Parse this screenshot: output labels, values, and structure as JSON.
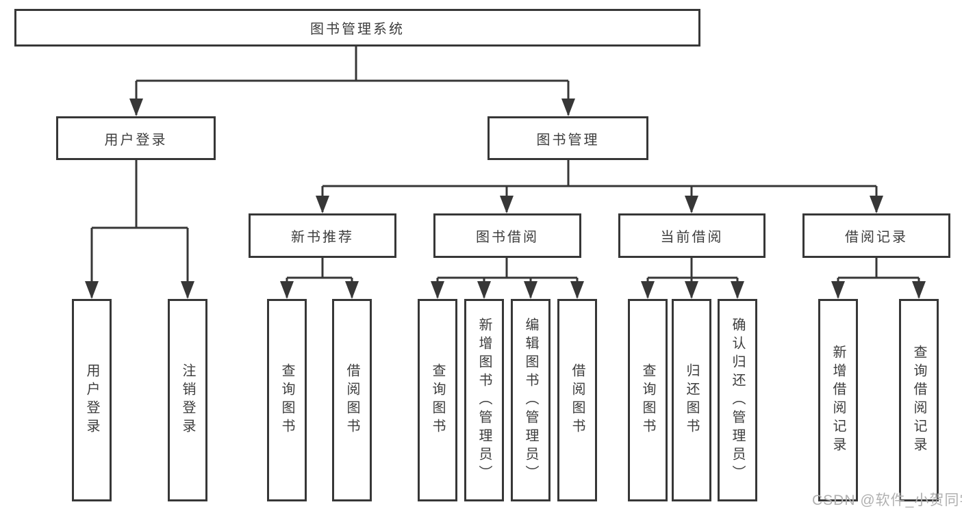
{
  "diagram": {
    "title": "图书管理系统",
    "root": {
      "label": "图书管理系统"
    },
    "branches": [
      {
        "label": "用户登录",
        "children": [
          "用户登录",
          "注销登录"
        ]
      },
      {
        "label": "图书管理",
        "sections": [
          {
            "label": "新书推荐",
            "children": [
              "查询图书",
              "借阅图书"
            ]
          },
          {
            "label": "图书借阅",
            "children": [
              "查询图书",
              "新增图书（管理员）",
              "编辑图书（管理员）",
              "借阅图书"
            ]
          },
          {
            "label": "当前借阅",
            "children": [
              "查询图书",
              "归还图书",
              "确认归还（管理员）"
            ]
          },
          {
            "label": "借阅记录",
            "children": [
              "新增借阅记录",
              "查询借阅记录"
            ]
          }
        ]
      }
    ]
  },
  "watermark": {
    "text": "CSDN @软件_小贺同学"
  },
  "colors": {
    "line": "#373737",
    "text": "#3d3d3d",
    "watermark": "#b0b0b0",
    "background": "#ffffff"
  }
}
